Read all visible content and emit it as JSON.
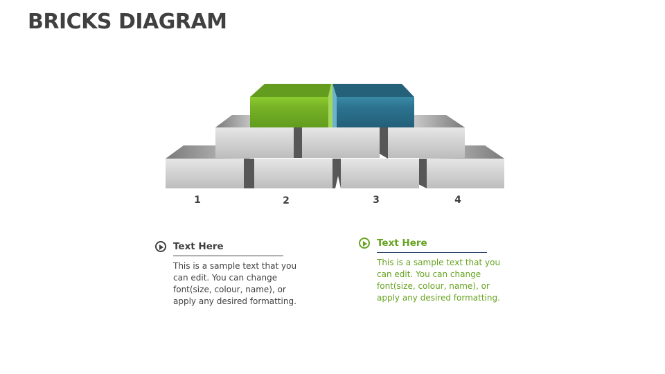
{
  "title": "BRICKS DIAGRAM",
  "colors": {
    "text": "#404040",
    "green_accent": "#66a31f",
    "green_brick": "#6aa521",
    "blue_brick": "#266680",
    "gray_brick": "#d4d4d4",
    "rule_dark_blue": "#1f3864"
  },
  "bricks": {
    "bottom_row": [
      "gray",
      "gray",
      "gray",
      "gray"
    ],
    "middle_row": [
      "gray",
      "gray",
      "gray"
    ],
    "top_row": [
      "green",
      "blue"
    ]
  },
  "labels": [
    "1",
    "2",
    "3",
    "4"
  ],
  "text_blocks": [
    {
      "icon": "play-circle-icon",
      "heading": "Text Here",
      "body": "This is a sample text that you can edit. You can change font(size, colour, name), or apply any desired formatting.",
      "color": "#404040"
    },
    {
      "icon": "play-circle-icon",
      "heading": "Text Here",
      "body": "This is a sample text that you can edit. You can change font(size, colour, name), or apply any desired formatting.",
      "color": "#66a31f"
    }
  ]
}
